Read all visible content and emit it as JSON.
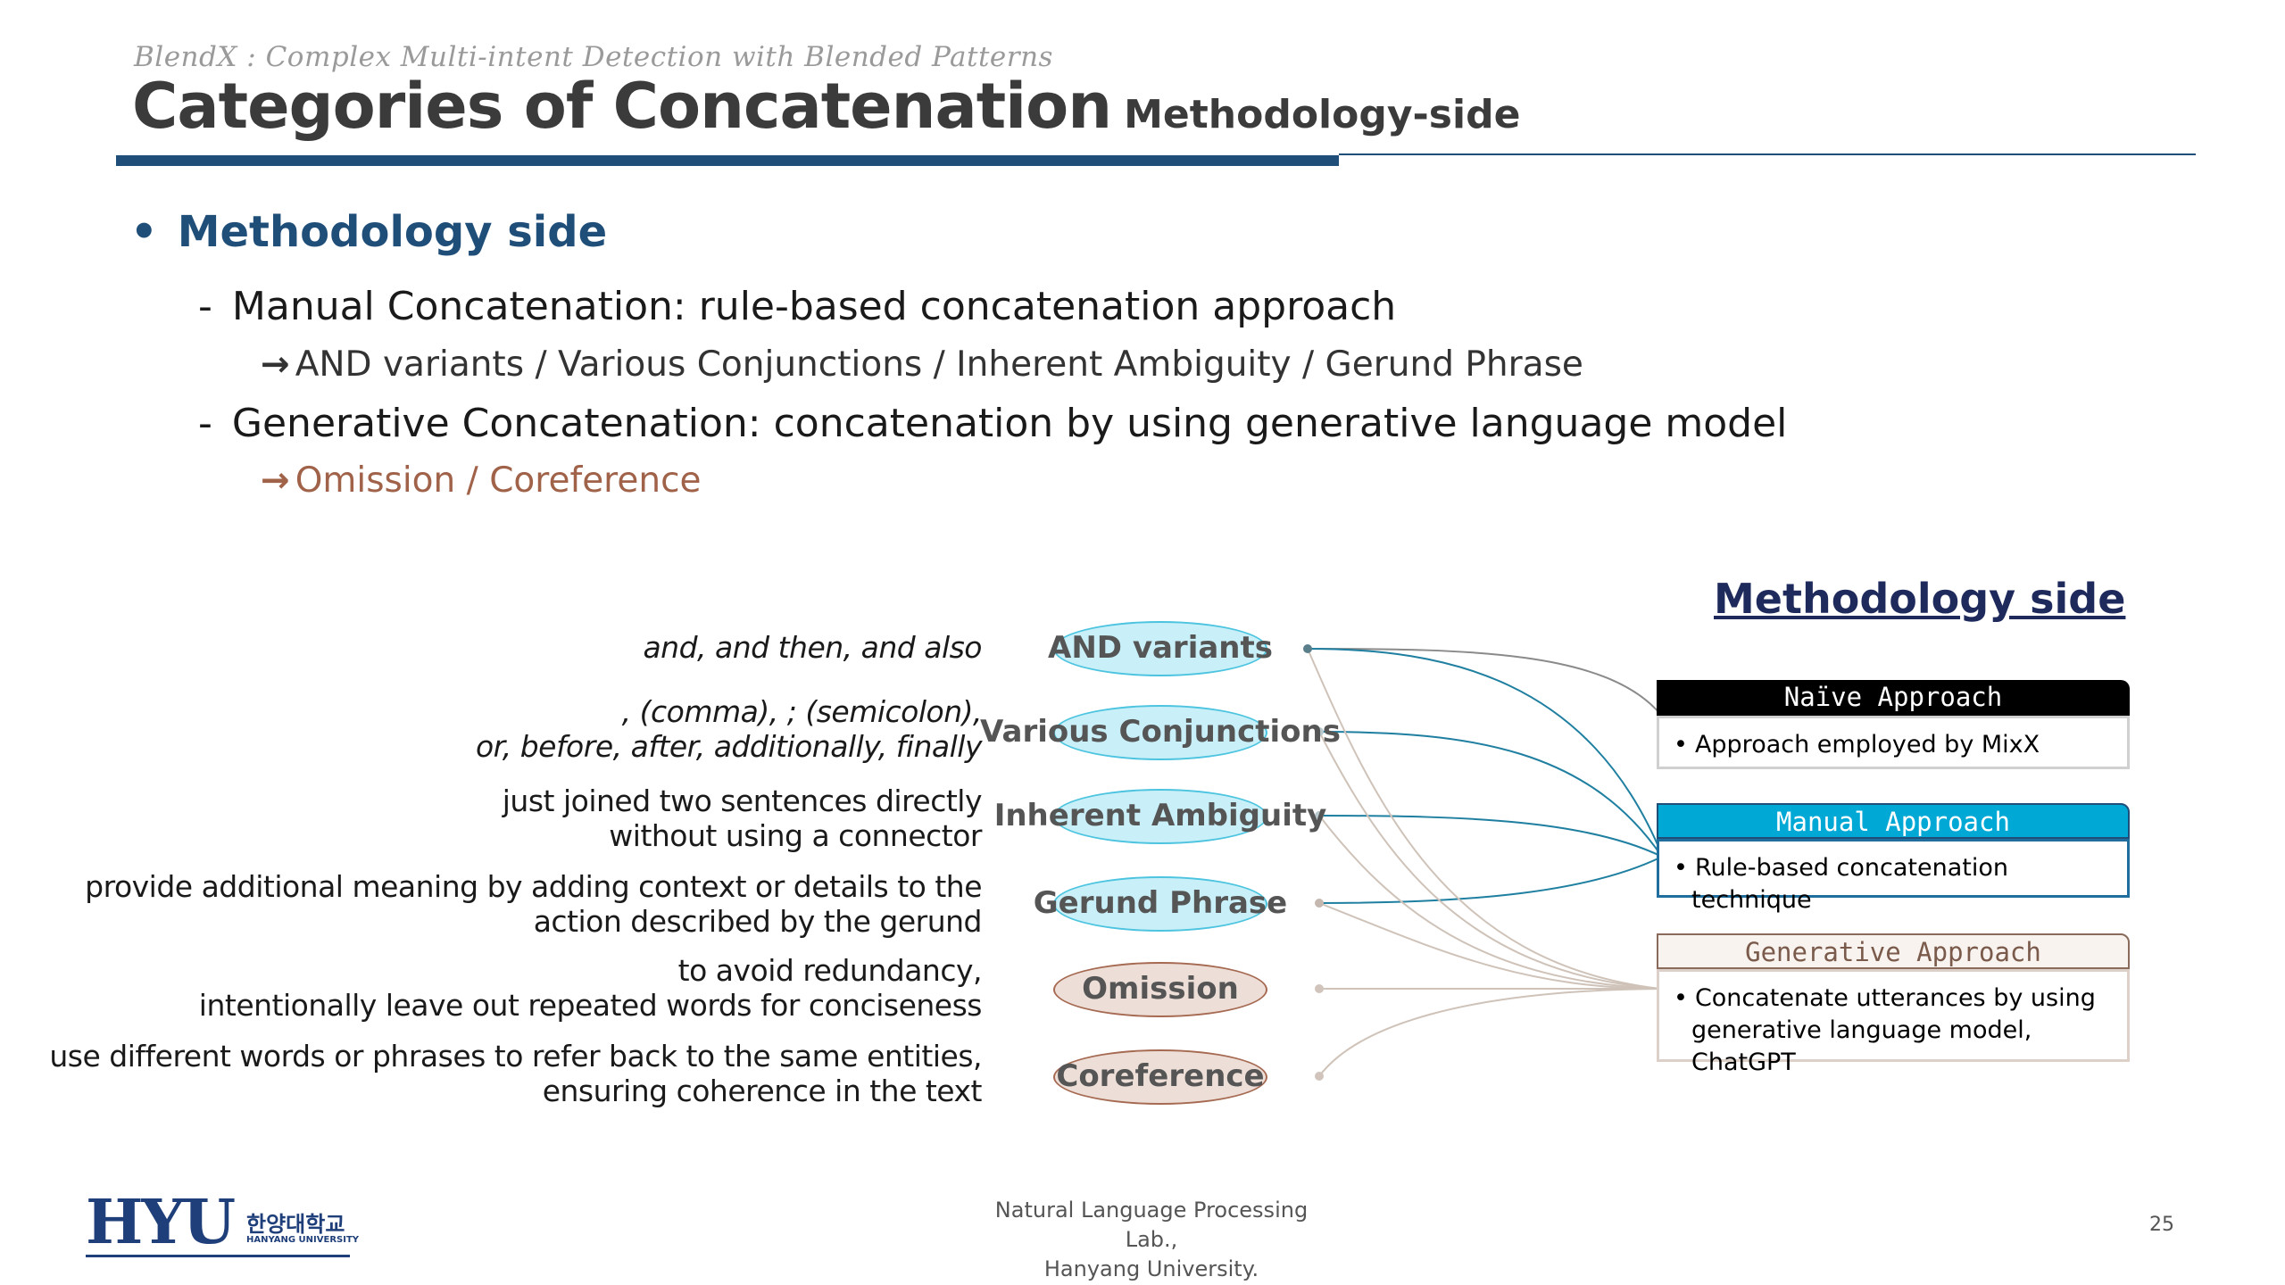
{
  "header": {
    "subtitle": "BlendX : Complex Multi-intent Detection with Blended Patterns",
    "title": "Categories of Concatenation",
    "title_suffix": "Methodology-side"
  },
  "content": {
    "bullet": "Methodology side",
    "items": [
      {
        "label": "Manual Concatenation: rule-based concatenation approach",
        "sub": "AND variants / Various Conjunctions / Inherent Ambiguity / Gerund Phrase"
      },
      {
        "label": "Generative Concatenation: concatenation by using generative language model",
        "sub": "Omission / Coreference"
      }
    ]
  },
  "diagram": {
    "descriptions": [
      {
        "lines": [
          "and, and then, and also"
        ]
      },
      {
        "lines": [
          ", (comma), ; (semicolon),",
          "or, before, after, additionally, finally"
        ]
      },
      {
        "lines": [
          "just joined two sentences directly",
          "without using a connector"
        ]
      },
      {
        "lines": [
          "provide additional meaning by adding context or details to the",
          "action described by the gerund"
        ]
      },
      {
        "lines": [
          "to avoid redundancy,",
          "intentionally leave out repeated words for conciseness"
        ]
      },
      {
        "lines": [
          "use different words or phrases to refer back to the same entities,",
          "ensuring coherence in the text"
        ]
      }
    ],
    "categories": [
      {
        "label": "AND variants",
        "style": "blue"
      },
      {
        "label": "Various Conjunctions",
        "style": "blue"
      },
      {
        "label": "Inherent Ambiguity",
        "style": "blue"
      },
      {
        "label": "Gerund Phrase",
        "style": "blue"
      },
      {
        "label": "Omission",
        "style": "brown"
      },
      {
        "label": "Coreference",
        "style": "brown"
      }
    ],
    "panel_title": "Methodology side",
    "approaches": [
      {
        "name": "Naïve Approach",
        "desc": "Approach employed by MixX"
      },
      {
        "name": "Manual Approach",
        "desc": "Rule-based concatenation technique"
      },
      {
        "name": "Generative Approach",
        "desc": "Concatenate utterances by using generative language model, ChatGPT"
      }
    ],
    "colors": {
      "blue_link": "#1f7fa0",
      "gray_link": "#8a8a8a",
      "tan_link": "#cfc3b9"
    }
  },
  "footer": {
    "logo": "HYU",
    "logo_korean": "한양대학교",
    "logo_english": "HANYANG UNIVERSITY",
    "lab_line1": "Natural Language Processing Lab.,",
    "lab_line2": "Hanyang University.",
    "page_number": "25"
  }
}
